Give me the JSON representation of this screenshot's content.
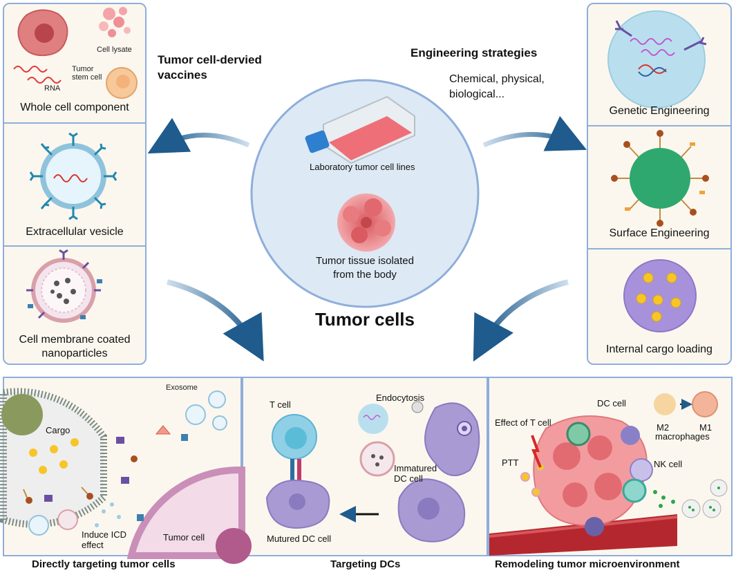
{
  "left_column": {
    "whole_cell": {
      "title": "Whole cell component",
      "cell_lysate": "Cell lysate",
      "tumor_stem_cell": "Tumor\nstem cell",
      "rna": "RNA"
    },
    "extracellular_vesicle": {
      "title": "Extracellular vesicle"
    },
    "membrane_coated": {
      "title": "Cell membrane coated\nnanoparticles"
    }
  },
  "right_column": {
    "genetic": {
      "title": "Genetic Engineering"
    },
    "surface": {
      "title": "Surface Engineering"
    },
    "internal": {
      "title": "Internal cargo loading"
    }
  },
  "center": {
    "vaccines_heading": "Tumor cell-dervied\nvaccines",
    "strategies_heading": "Engineering strategies",
    "strategies_sub": "Chemical, physical,\nbiological...",
    "lab_lines": "Laboratory tumor cell lines",
    "tissue": "Tumor tissue isolated\nfrom the body",
    "tumor_cells": "Tumor cells"
  },
  "bottom": {
    "direct": {
      "caption": "Directly targeting tumor cells",
      "cargo": "Cargo",
      "exosome": "Exosome",
      "icd": "Induce ICD\neffect",
      "tumor_cell": "Tumor cell"
    },
    "dcs": {
      "caption": "Targeting DCs",
      "t_cell": "T cell",
      "endocytosis": "Endocytosis",
      "immatured": "Immatured\nDC cell",
      "mutured": "Mutured DC cell"
    },
    "remodel": {
      "caption": "Remodeling tumor microenvironment",
      "dc_cell": "DC cell",
      "effect_t": "Effect of T cell",
      "m2": "M2",
      "m1": "M1",
      "macrophages": "macrophages",
      "ptt": "PTT",
      "nk": "NK cell"
    }
  },
  "colors": {
    "border": "#8eaedb",
    "panel_bg": "#fbf7ee",
    "arrow": "#1f5b8c",
    "tumor_red": "#e8767a",
    "dc_purple": "#a99ad4",
    "vesicle_blue": "#8fd0e6"
  }
}
